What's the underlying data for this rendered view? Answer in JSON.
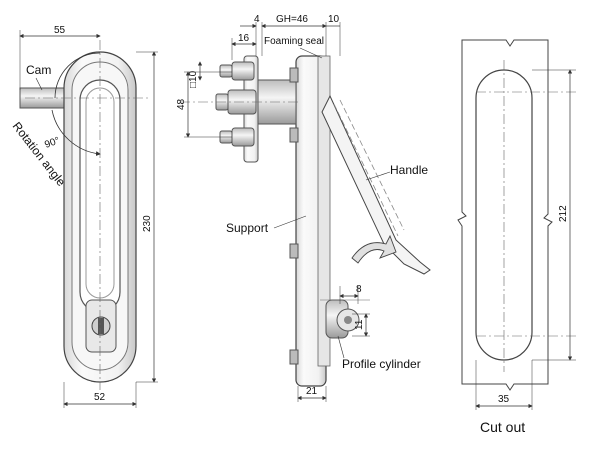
{
  "front_view": {
    "cam_label": "Cam",
    "rotation_label": "Rotation angle",
    "angle_label": "90°",
    "dim_top": "55",
    "dim_height": "230",
    "dim_bottom": "52"
  },
  "side_view": {
    "dim_4": "4",
    "dim_gh": "GH=46",
    "dim_10_top": "10",
    "dim_16": "16",
    "foaming_seal_label": "Foaming seal",
    "dim_sq10": "□10",
    "dim_48": "48",
    "handle_label": "Handle",
    "support_label": "Support",
    "dim_8": "8",
    "dim_11": "11",
    "profile_cylinder_label": "Profile cylinder",
    "dim_21": "21"
  },
  "cutout_view": {
    "dim_212": "212",
    "dim_35": "35",
    "title": "Cut out"
  },
  "colors": {
    "line": "#333333",
    "body_fill": "#f1f1f1",
    "shade": "#c9c9c9",
    "dark": "#8a8a8a"
  }
}
